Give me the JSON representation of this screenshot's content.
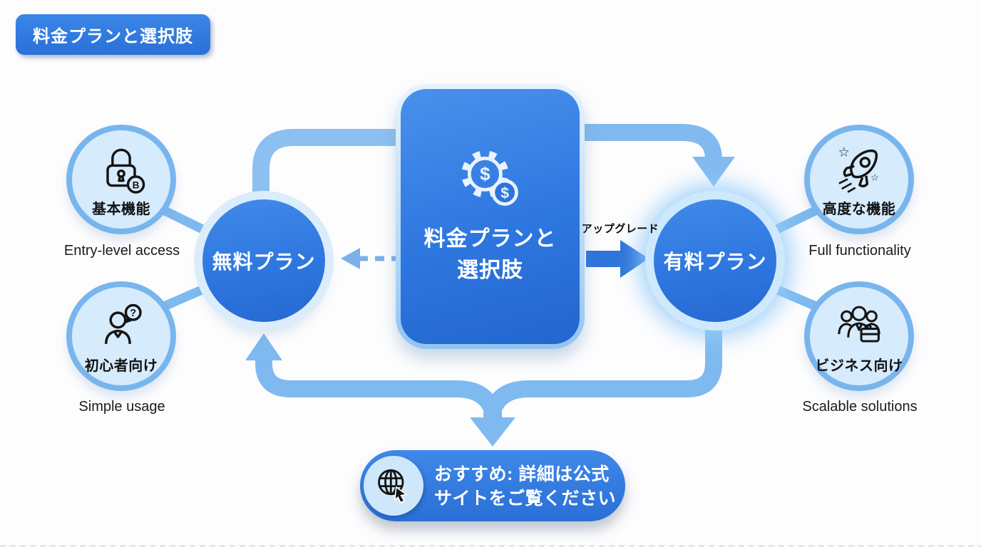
{
  "title_badge": {
    "label": "料金プランと選択肢"
  },
  "center_card": {
    "icon": "gear-dollar-icon",
    "title_line1": "料金プランと",
    "title_line2": "選択肢"
  },
  "nodes": {
    "free_plan": {
      "label": "無料プラン"
    },
    "paid_plan": {
      "label": "有料プラン"
    }
  },
  "upgrade_arrow": {
    "label": "アップグレード"
  },
  "satellites": [
    {
      "id": "basic-features",
      "icon": "lock-b-icon",
      "label": "基本機能",
      "caption": "Entry-level access"
    },
    {
      "id": "beginner-friendly",
      "icon": "person-question-icon",
      "label": "初心者向け",
      "caption": "Simple usage"
    },
    {
      "id": "advanced-features",
      "icon": "rocket-icon",
      "label": "高度な機能",
      "caption": "Full functionality"
    },
    {
      "id": "business-oriented",
      "icon": "team-briefcase-icon",
      "label": "ビジネス向け",
      "caption": "Scalable solutions"
    }
  ],
  "recommendation": {
    "icon": "globe-cursor-icon",
    "text_line1": "おすすめ: 詳細は公式",
    "text_line2": "サイトをご覧ください"
  },
  "icon_glyphs": {
    "dollar": "$",
    "b_badge": "B",
    "question": "?",
    "star_outline": "☆"
  },
  "colors": {
    "primary_blue": "#2e77e0",
    "connector_blue": "#7ebaf0",
    "node_ring": "#dbedfb",
    "satellite_fill": "#d6ebfc",
    "satellite_border": "#79b5ed",
    "text_dark": "#1b1b1b"
  }
}
